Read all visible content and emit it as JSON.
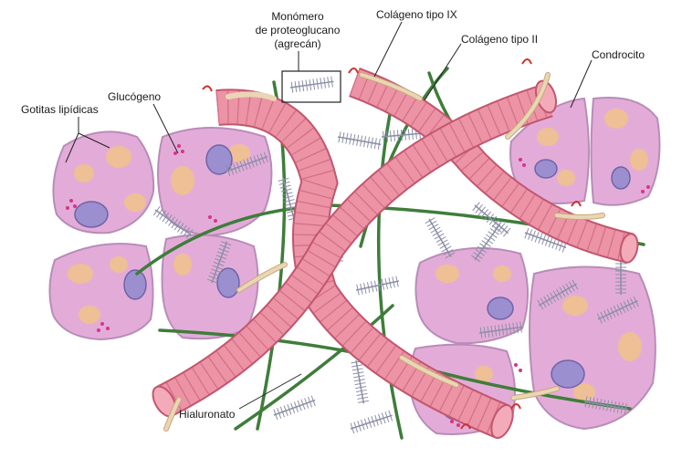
{
  "labels": {
    "monomer_line1": "Monómero",
    "monomer_line2": "de proteoglucano",
    "monomer_line3": "(agrecán)",
    "collagen_ix": "Colágeno tipo IX",
    "collagen_ii": "Colágeno tipo II",
    "chondrocyte": "Condrocito",
    "glycogen": "Glucógeno",
    "lipid_droplets": "Gotitas lipídicas",
    "hyaluronate": "Hialuronato"
  },
  "colors": {
    "cell_fill": "#e3acd8",
    "cell_border": "#b88cb8",
    "cell_inner": "#d59ccd",
    "lipid": "#f1c28e",
    "nucleus": "#9b8fd0",
    "collagen_fibril": "#ec93a6",
    "collagen_stroke": "#c2566e",
    "collagen_ix": "#e9d6b4",
    "hyaluronate": "#3f7d3a",
    "proteoglycan": "#8b8fa6",
    "glycogen": "#d8338a"
  }
}
